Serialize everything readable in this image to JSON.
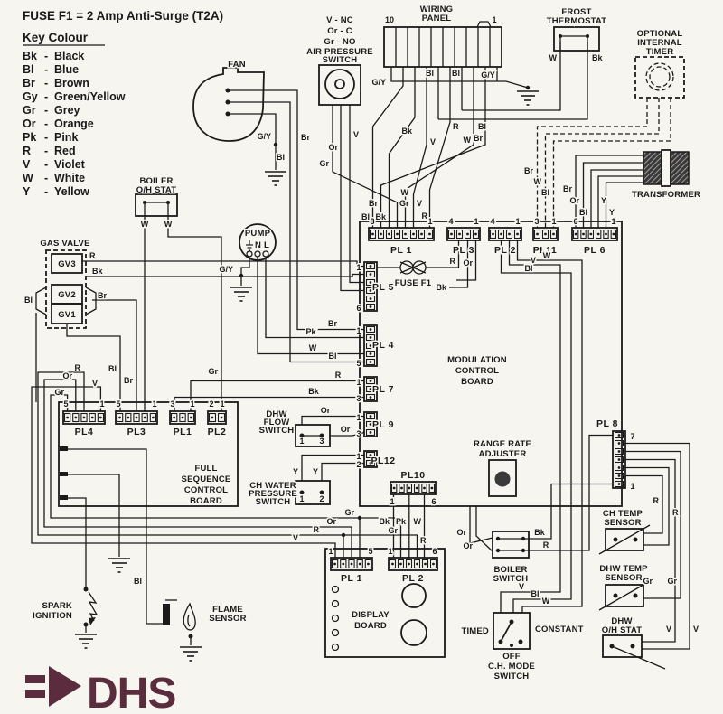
{
  "title": "FUSE F1 = 2 Amp Anti-Surge (T2A)",
  "key": {
    "heading": "Key Colour",
    "dash": "-",
    "entries": [
      {
        "code": "Bk",
        "name": "Black"
      },
      {
        "code": "Bl",
        "name": "Blue"
      },
      {
        "code": "Br",
        "name": "Brown"
      },
      {
        "code": "Gy",
        "name": "Green/Yellow"
      },
      {
        "code": "Gr",
        "name": "Grey"
      },
      {
        "code": "Or",
        "name": "Orange"
      },
      {
        "code": "Pk",
        "name": "Pink"
      },
      {
        "code": "R",
        "name": "Red"
      },
      {
        "code": "V",
        "name": "Violet"
      },
      {
        "code": "W",
        "name": "White"
      },
      {
        "code": "Y",
        "name": "Yellow"
      }
    ]
  },
  "colors": {
    "bk": "Bk",
    "bl": "Bl",
    "br": "Br",
    "gy": "G/Y",
    "gr": "Gr",
    "or": "Or",
    "pk": "Pk",
    "r": "R",
    "v": "V",
    "w": "W",
    "y": "Y"
  },
  "pins": {
    "p1": "1",
    "p2": "2",
    "p3": "3",
    "p4": "4",
    "p5": "5",
    "p6": "6",
    "p7": "7",
    "p8": "8",
    "p10": "10"
  },
  "connectors": {
    "pl1": "PL 1",
    "pl2": "PL 2",
    "pl3": "PL 3",
    "pl4": "PL 4",
    "pl5": "PL 5",
    "pl6": "PL 6",
    "pl7": "PL 7",
    "pl8": "PL 8",
    "pl9": "PL 9",
    "pl10": "PL10",
    "pl11": "PL11",
    "pl12": "PL12",
    "fsc_pl1": "PL1",
    "fsc_pl2": "PL2",
    "fsc_pl3": "PL3",
    "fsc_pl4": "PL4"
  },
  "components": {
    "fan": "FAN",
    "aps": [
      "AIR PRESSURE",
      "SWITCH"
    ],
    "aps_contacts": [
      "V - NC",
      "Or - C",
      "Gr - NO"
    ],
    "wiring_panel": [
      "WIRING",
      "PANEL"
    ],
    "frost": [
      "FROST",
      "THERMOSTAT"
    ],
    "timer": [
      "OPTIONAL",
      "INTERNAL",
      "TIMER"
    ],
    "transformer": "TRANSFORMER",
    "bohs": [
      "BOILER",
      "O/H STAT"
    ],
    "gas_valve": "GAS VALVE",
    "gv1": "GV1",
    "gv2": "GV2",
    "gv3": "GV3",
    "pump": "PUMP",
    "pump_nl": "N L",
    "fuse": "FUSE F1",
    "mod_board": [
      "MODULATION",
      "CONTROL",
      "BOARD"
    ],
    "fsc_board": [
      "FULL",
      "SEQUENCE",
      "CONTROL",
      "BOARD"
    ],
    "rra": [
      "RANGE RATE",
      "ADJUSTER"
    ],
    "dhw_flow": [
      "DHW",
      "FLOW",
      "SWITCH"
    ],
    "chwps": [
      "CH WATER",
      "PRESSURE",
      "SWITCH"
    ],
    "display": [
      "DISPLAY",
      "BOARD"
    ],
    "boiler_switch": [
      "BOILER",
      "SWITCH"
    ],
    "chmode": [
      "C.H. MODE",
      "SWITCH"
    ],
    "chmode_timed": "TIMED",
    "chmode_constant": "CONSTANT",
    "chmode_off": "OFF",
    "spark": [
      "SPARK",
      "IGNITION"
    ],
    "flame": [
      "FLAME",
      "SENSOR"
    ],
    "ch_temp": [
      "CH TEMP",
      "SENSOR"
    ],
    "dhw_temp": [
      "DHW TEMP",
      "SENSOR"
    ],
    "dhw_ohs": [
      "DHW",
      "O/H STAT"
    ]
  },
  "logo": {
    "text": "DHS"
  }
}
